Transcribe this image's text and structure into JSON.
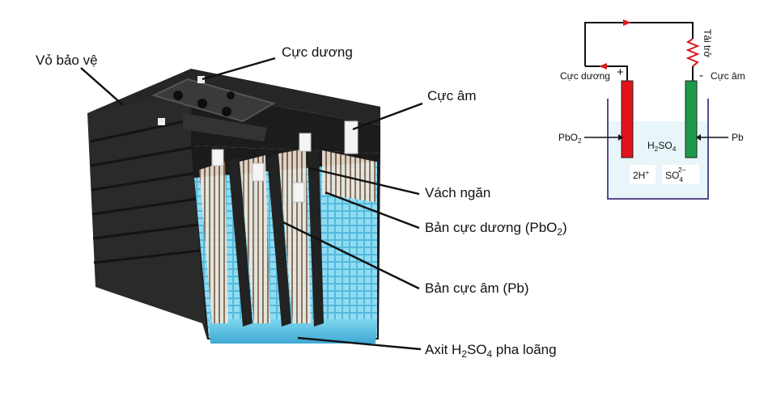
{
  "battery_labels": {
    "case": "Vỏ bảo vệ",
    "positive_terminal": "Cực dương",
    "negative_terminal": "Cực âm",
    "separator": "Vách ngăn",
    "positive_plate": "Bản cực dương (PbO",
    "positive_plate_sub": "2",
    "positive_plate_end": ")",
    "negative_plate": "Bản cực âm (Pb)",
    "acid_prefix": "Axit H",
    "acid_sub1": "2",
    "acid_mid": "SO",
    "acid_sub2": "4",
    "acid_suffix": " pha loãng"
  },
  "circuit": {
    "load": "Tải trở",
    "positive_label": "Cực dương",
    "negative_label": "Cực âm",
    "plus_sign": "+",
    "minus_sign": "-",
    "pbo2_left": "PbO",
    "pbo2_sub": "2",
    "pb_right": "Pb",
    "electrolyte_main": "H",
    "electrolyte_sub1": "2",
    "electrolyte_mid": "SO",
    "electrolyte_sub2": "4",
    "hydrogen_ion": "2H",
    "hydrogen_sup": "+",
    "sulfate_ion": "SO",
    "sulfate_sub": "4",
    "sulfate_sup": "2−"
  },
  "colors": {
    "positive_electrode": "#e3121b",
    "negative_electrode": "#1c9a4a",
    "wire": "#111111",
    "arrow": "#d71920",
    "beaker": "#5a4a8a",
    "electrolyte": "#7fd3ea",
    "case_dark": "#1f1f1f"
  }
}
